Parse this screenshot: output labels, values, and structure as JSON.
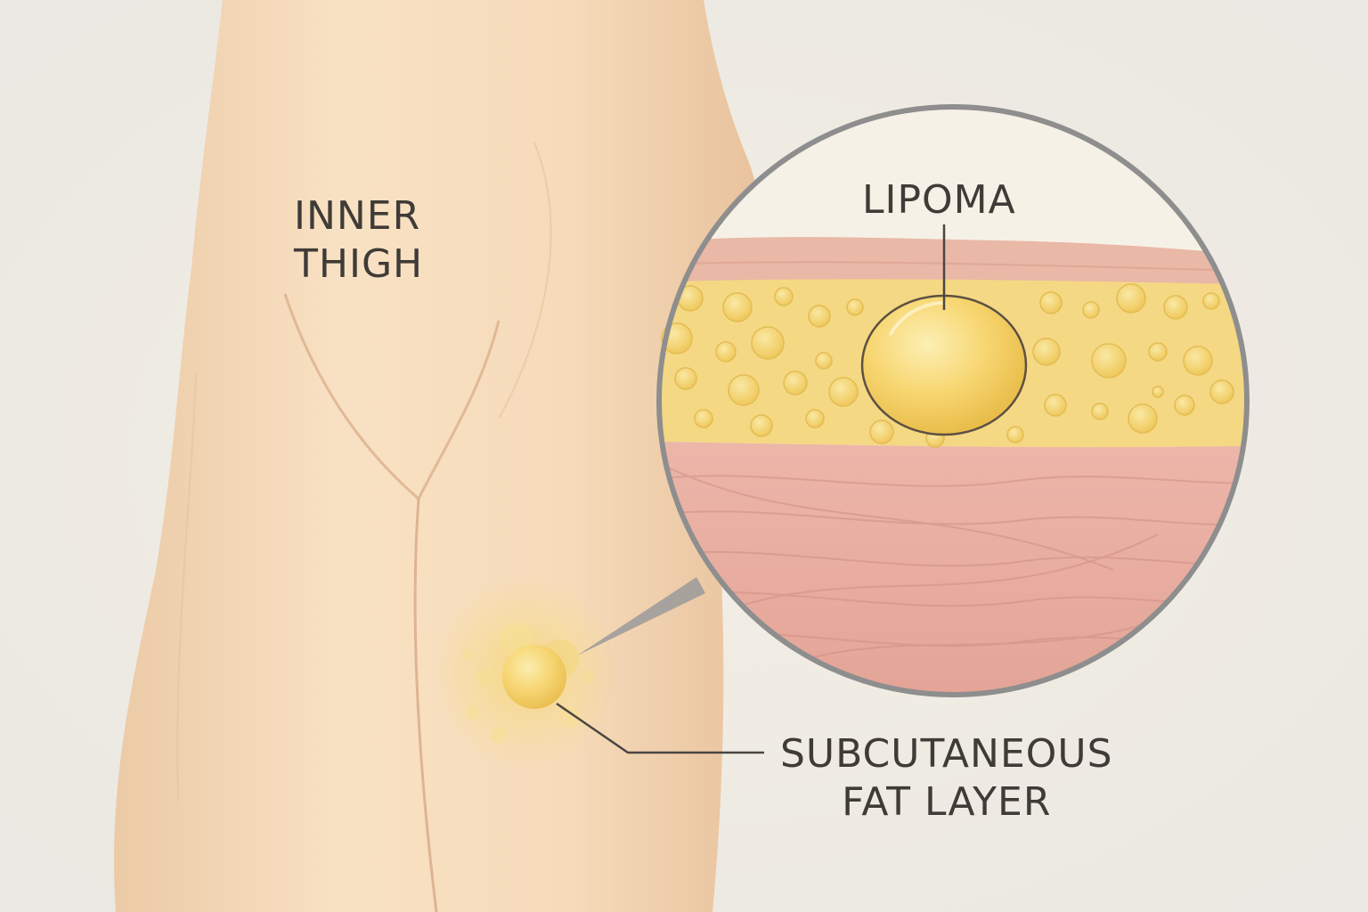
{
  "labels": {
    "inner_thigh": [
      "INNER",
      "THIGH"
    ],
    "lipoma": "LIPOMA",
    "fat_layer": [
      "SUBCUTANEOUS",
      "FAT LAYER"
    ]
  },
  "colors": {
    "background": "#f3efe6",
    "skin": "#f6dcbc",
    "skin_shadow": "#e6bf9a",
    "fat": "#f5d77a",
    "fat_highlight": "#fbe9a6",
    "lipoma": "#f7d266",
    "muscle": "#e7aea2",
    "muscle_line": "#cf8e84",
    "circle_border": "#8e8e8e",
    "leader_line": "#4a4642"
  }
}
